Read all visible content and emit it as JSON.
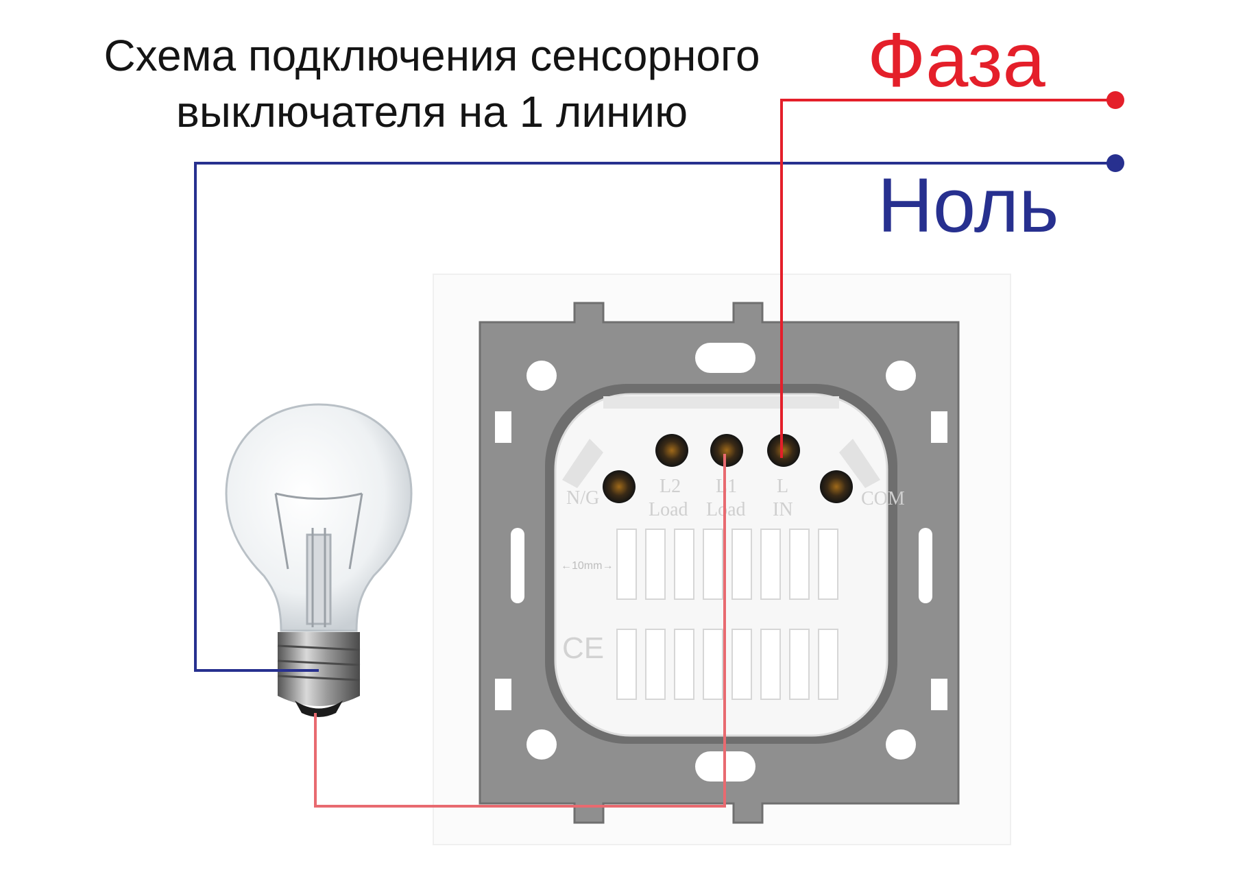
{
  "title": {
    "line1": "Схема подключения сенсорного",
    "line2": "выключателя на 1 линию"
  },
  "labels": {
    "phase": "Фаза",
    "neutral": "Ноль"
  },
  "terminals": {
    "ng": "N/G",
    "l2": "L2",
    "l2_sub": "Load",
    "l1": "L1",
    "l1_sub": "Load",
    "l": "L",
    "l_sub": "IN",
    "com": "COM"
  },
  "size_mark": "←10mm→",
  "ce_mark": "CE",
  "colors": {
    "phase_wire": "#e41f2a",
    "neutral_wire": "#27308f",
    "load_wire": "#e86a70",
    "frame": "#8f8f8f",
    "module": "#f7f7f7"
  }
}
